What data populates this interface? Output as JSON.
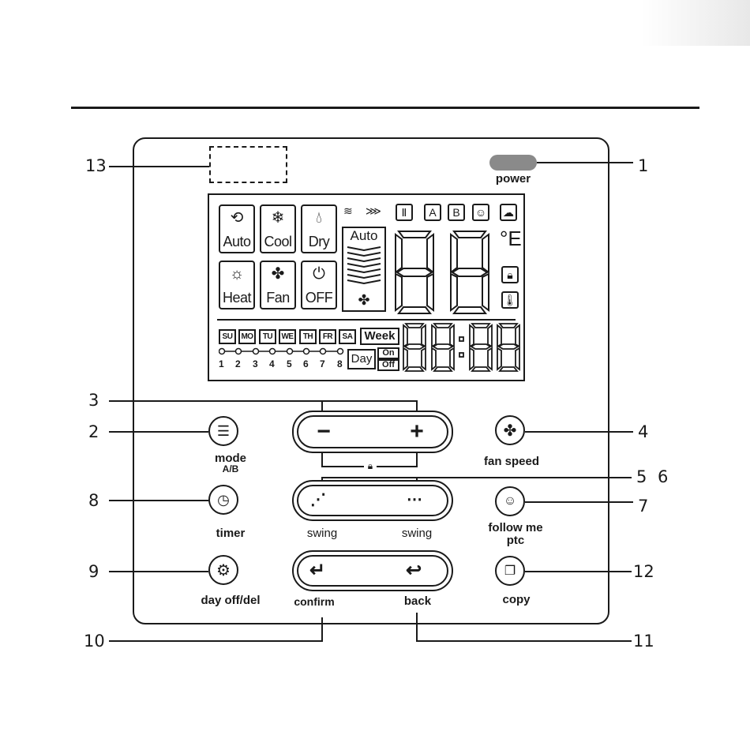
{
  "callouts": [
    "1",
    "2",
    "3",
    "4",
    "5",
    "6",
    "7",
    "8",
    "9",
    "10",
    "11",
    "12",
    "13"
  ],
  "labels": {
    "power": "power",
    "mode": "mode",
    "mode_sub": "A/B",
    "fan_speed": "fan speed",
    "timer": "timer",
    "swing_left": "swing",
    "swing_right": "swing",
    "follow_me": "follow me",
    "follow_me_sub": "ptc",
    "day_off": "day off/del",
    "confirm": "confirm",
    "back": "back",
    "copy": "copy"
  },
  "lcd": {
    "modes": [
      "Auto",
      "Cool",
      "Dry",
      "Heat",
      "Fan",
      "OFF"
    ],
    "fan_auto": "Auto",
    "zone_a": "A",
    "zone_b": "B",
    "unit": "°E",
    "days": [
      "SU",
      "MO",
      "TU",
      "WE",
      "TH",
      "FR",
      "SA"
    ],
    "week": "Week",
    "day": "Day",
    "on": "On",
    "off": "Off",
    "slots": [
      "1",
      "2",
      "3",
      "4",
      "5",
      "6",
      "7",
      "8"
    ]
  },
  "buttons": {
    "minus": "−",
    "plus": "+"
  },
  "colors": {
    "ink": "#1a1a1a",
    "power_led": "#8a8a8a"
  }
}
